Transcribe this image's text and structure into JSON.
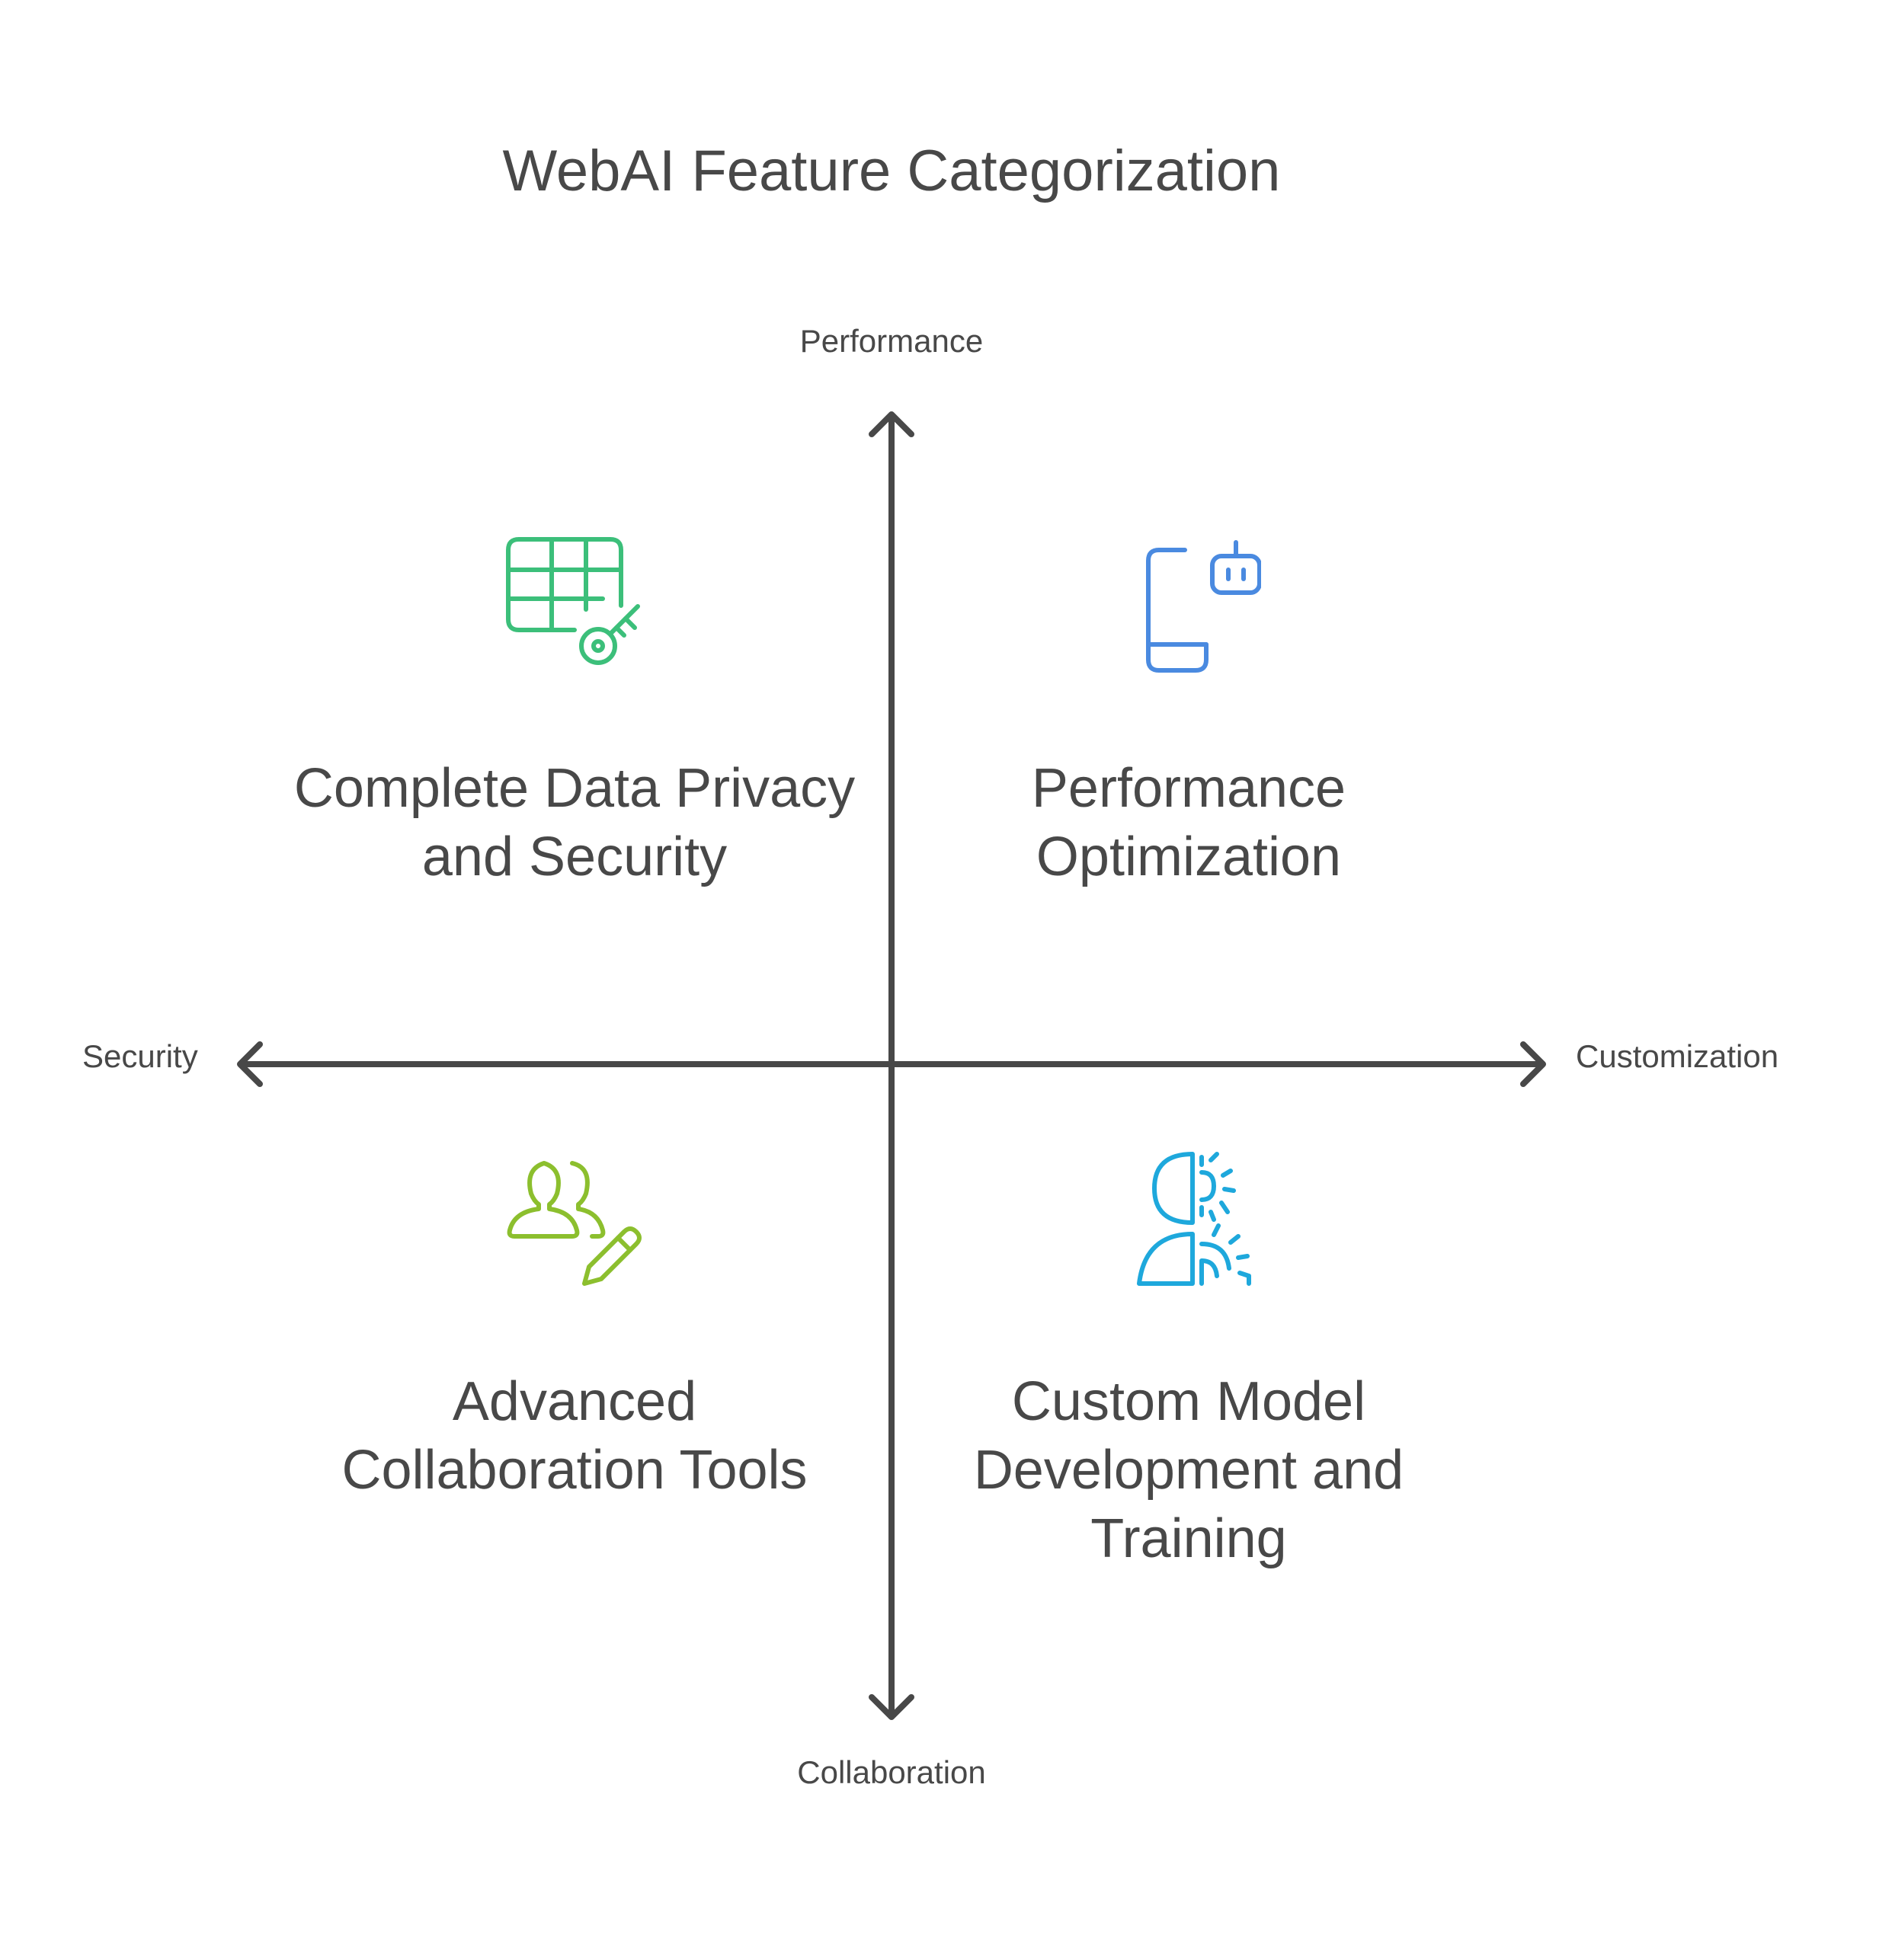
{
  "title": "WebAI Feature Categorization",
  "axes": {
    "top": "Performance",
    "bottom": "Collaboration",
    "left": "Security",
    "right": "Customization"
  },
  "quadrants": {
    "top_left": {
      "label": "Complete Data Privacy and Security",
      "icon": "table-key-icon",
      "color": "#3cbf7a"
    },
    "top_right": {
      "label": "Performance Optimization",
      "icon": "phone-robot-icon",
      "color": "#4a8ae0"
    },
    "bottom_left": {
      "label": "Advanced Collaboration Tools",
      "icon": "users-edit-icon",
      "color": "#8cbf2e"
    },
    "bottom_right": {
      "label": "Custom Model Development and Training",
      "icon": "head-gears-icon",
      "color": "#1ea8dc"
    }
  },
  "colors": {
    "text": "#484848",
    "axis": "#484848",
    "background": "#ffffff"
  }
}
